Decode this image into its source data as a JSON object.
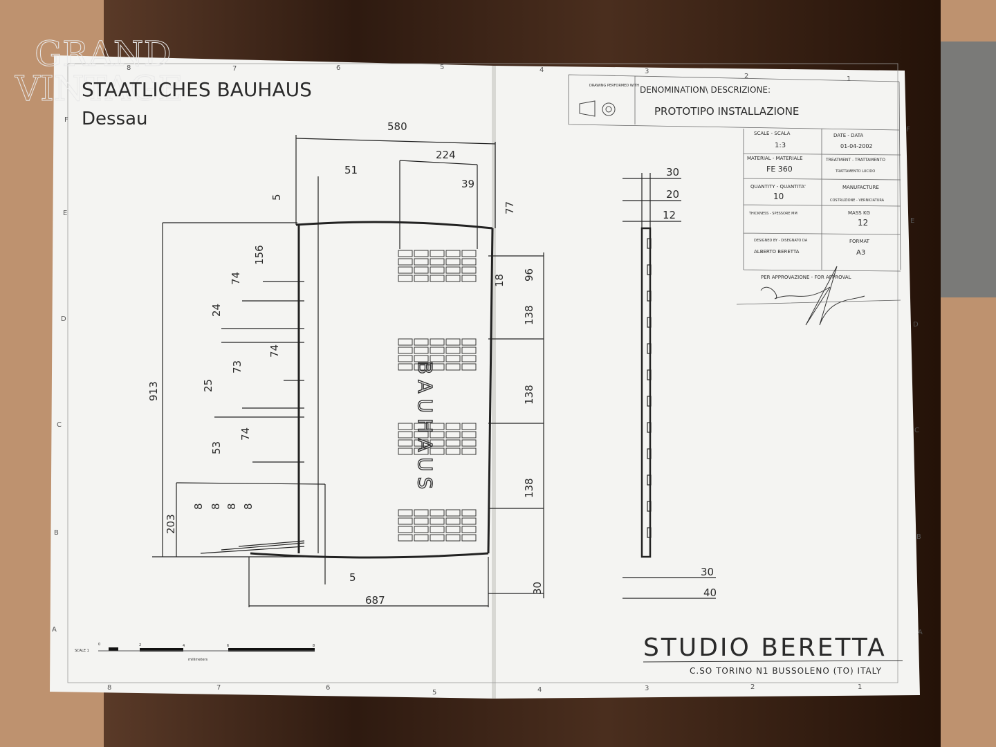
{
  "watermark": {
    "line1": "GRAND",
    "line2": "VINTAGE"
  },
  "drawing": {
    "title": "STAATLICHES BAUHAUS",
    "subtitle": "Dessau",
    "sign_letters": "BAUHAUS",
    "dimensions_front": [
      "580",
      "224",
      "51",
      "39",
      "5",
      "77",
      "156",
      "74",
      "24",
      "74",
      "73",
      "25",
      "74",
      "53",
      "8",
      "8",
      "8",
      "8",
      "913",
      "203",
      "5",
      "687",
      "30",
      "18",
      "96",
      "138",
      "138",
      "138"
    ],
    "dimensions_side": [
      "30",
      "20",
      "12",
      "30",
      "40"
    ],
    "grid_columns_top": [
      "8",
      "7",
      "6",
      "5",
      "4",
      "3",
      "2",
      "1"
    ],
    "grid_columns_bottom": [
      "8",
      "7",
      "6",
      "5",
      "4",
      "3",
      "2",
      "1"
    ],
    "grid_rows": [
      "F",
      "E",
      "D",
      "C",
      "B",
      "A"
    ],
    "scale_bar": {
      "label": "SCALE 1",
      "ticks": [
        "0",
        "2",
        "4",
        "6",
        "8"
      ],
      "unit": "millimeters"
    }
  },
  "title_block": {
    "drawing_performed_with": "DRAWING PERFORMED WITH",
    "denomination_label": "DENOMINATION\\ DESCRIZIONE:",
    "denomination_value": "PROTOTIPO INSTALLAZIONE",
    "fields": [
      {
        "label": "SCALE - SCALA",
        "value": "1:3"
      },
      {
        "label": "DATE - DATA",
        "value": "01-04-2002"
      },
      {
        "label": "MATERIAL - MATERIALE",
        "value": "FE 360"
      },
      {
        "label": "TREATMENT - TRATTAMENTO",
        "value": "TRATTAMENTO LUCIDO"
      },
      {
        "label": "QUANTITY - QUANTITA'",
        "value": "10"
      },
      {
        "label": "MANUFACTURE",
        "value": "COSTRUZIONE - VERNICIATURA"
      },
      {
        "label": "THICKNESS - SPESSORE MM",
        "value": ""
      },
      {
        "label": "MASS KG",
        "value": "12"
      },
      {
        "label": "DESIGNED BY - DISEGNATO DA",
        "value": "ALBERTO BERETTA"
      },
      {
        "label": "FORMAT",
        "value": "A3"
      }
    ],
    "approval_label": "PER APPROVAZIONE - FOR APPROVAL"
  },
  "studio": {
    "name": "STUDIO BERETTA",
    "address": "C.SO TORINO N1 BUSSOLENO (TO) ITALY"
  }
}
